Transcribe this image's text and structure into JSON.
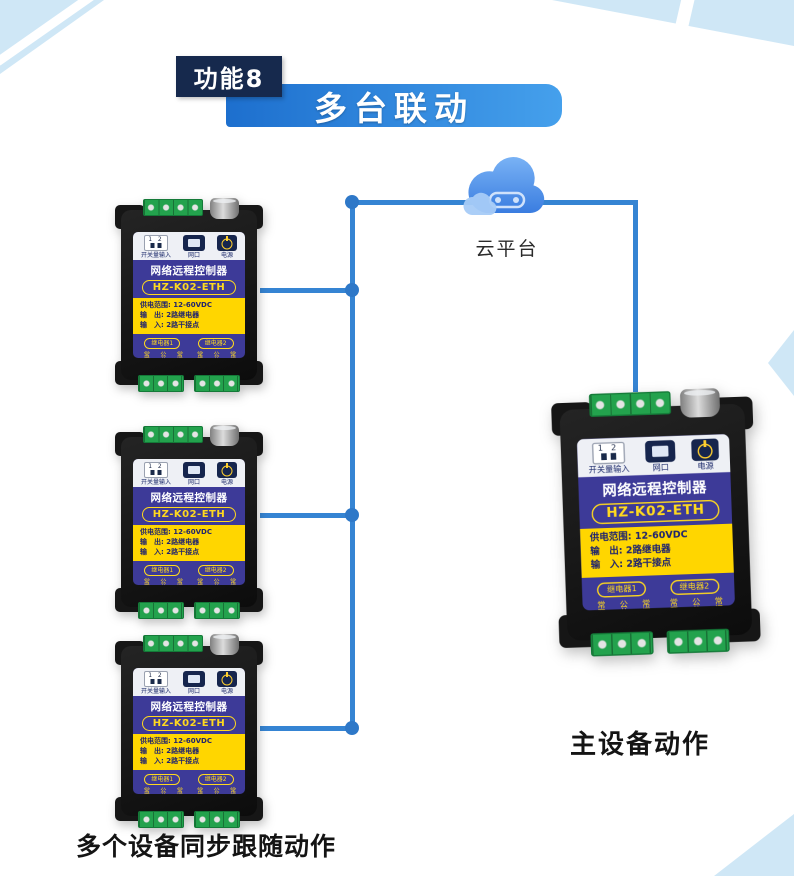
{
  "header": {
    "badge": "功能8",
    "title": "多台联动"
  },
  "cloud": {
    "label": "云平台"
  },
  "device": {
    "top": {
      "dip_numbers": "1 2",
      "dip_label": "开关量输入",
      "lan_label": "网口",
      "power_label": "电源"
    },
    "title": "网络远程控制器",
    "model": "HZ-K02-ETH",
    "specs": [
      "供电范围: 12-60VDC",
      "输　出: 2路继电器",
      "输　入: 2路干接点"
    ],
    "relays": [
      {
        "name": "继电器1",
        "pins": [
          "常开",
          "公共",
          "常闭"
        ]
      },
      {
        "name": "继电器2",
        "pins": [
          "常开",
          "公共",
          "常闭"
        ]
      }
    ]
  },
  "captions": {
    "master": "主设备动作",
    "followers": "多个设备同步跟随动作"
  },
  "colors": {
    "line_blue": "#3584d3",
    "dot_blue": "#2e78c8",
    "banner_blue_start": "#1d6fce",
    "banner_blue_end": "#45a0ec",
    "badge_navy": "#16294d",
    "panel_purple": "#3d3a98",
    "panel_yellow": "#ffd600",
    "terminal_green": "#23a24d",
    "decor_light_blue": "#cfe7f6"
  }
}
